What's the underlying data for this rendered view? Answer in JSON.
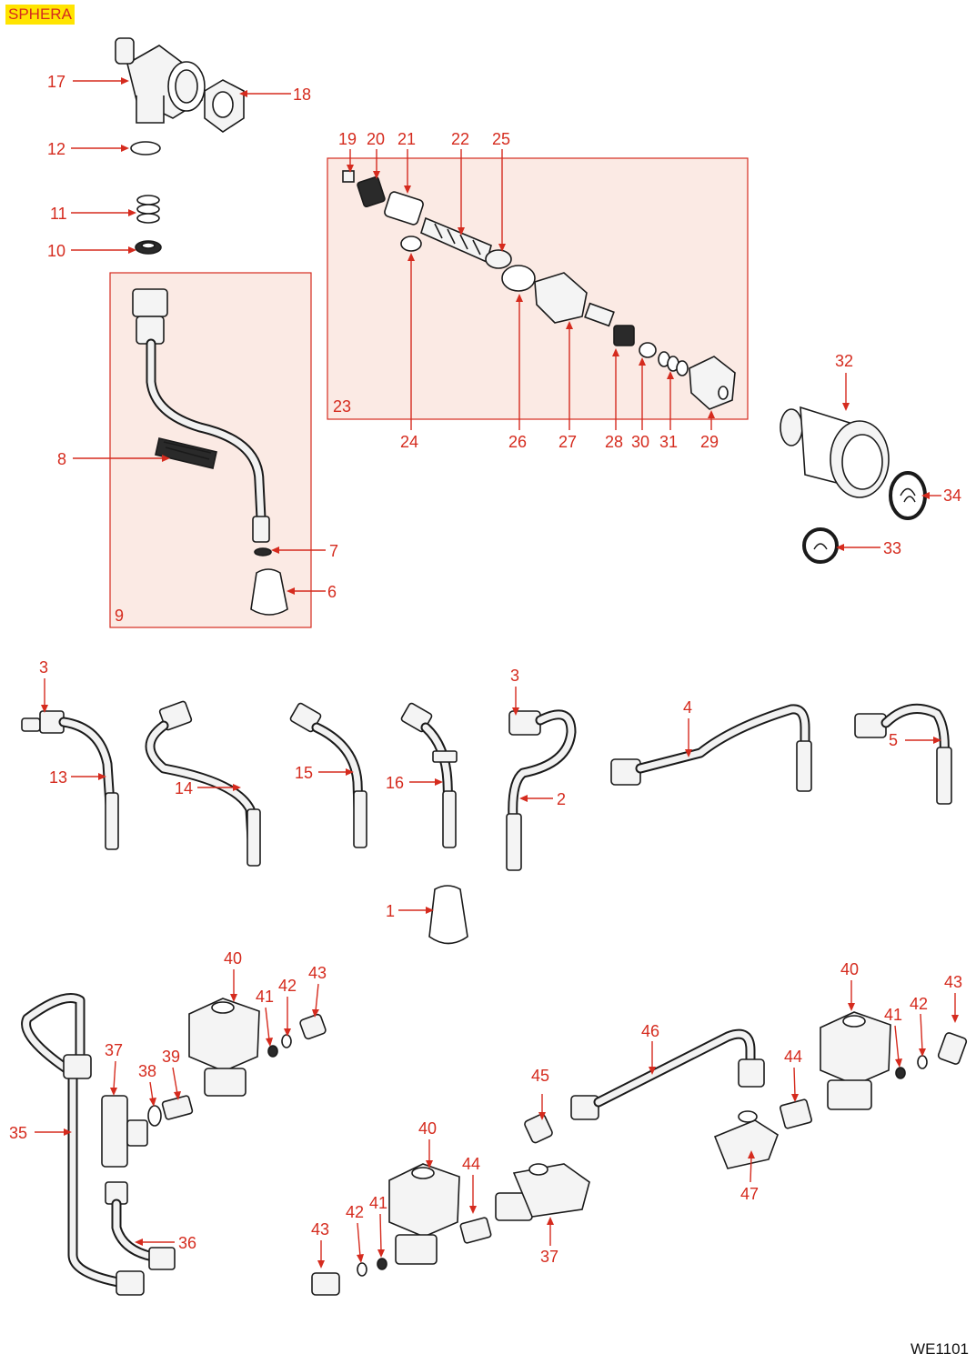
{
  "header": {
    "tag": "SPHERA"
  },
  "footer": {
    "code": "WE1101"
  },
  "labels": {
    "n1": "1",
    "n2": "2",
    "n3": "3",
    "n4": "4",
    "n5": "5",
    "n6": "6",
    "n7": "7",
    "n8": "8",
    "n9": "9",
    "n10": "10",
    "n11": "11",
    "n12": "12",
    "n13": "13",
    "n14": "14",
    "n15": "15",
    "n16": "16",
    "n17": "17",
    "n18": "18",
    "n19": "19",
    "n20": "20",
    "n21": "21",
    "n22": "22",
    "n23": "23",
    "n24": "24",
    "n25": "25",
    "n26": "26",
    "n27": "27",
    "n28": "28",
    "n29": "29",
    "n30": "30",
    "n31": "31",
    "n32": "32",
    "n33": "33",
    "n34": "34",
    "n35": "35",
    "n36": "36",
    "n37": "37",
    "n38": "38",
    "n39": "39",
    "n40": "40",
    "n41": "41",
    "n42": "42",
    "n43": "43",
    "n44": "44",
    "n45": "45",
    "n46": "46",
    "n47": "47"
  },
  "colors": {
    "callout": "#d52b1e",
    "box_fill": "#fbeae4",
    "tag_bg": "#ffe400"
  }
}
